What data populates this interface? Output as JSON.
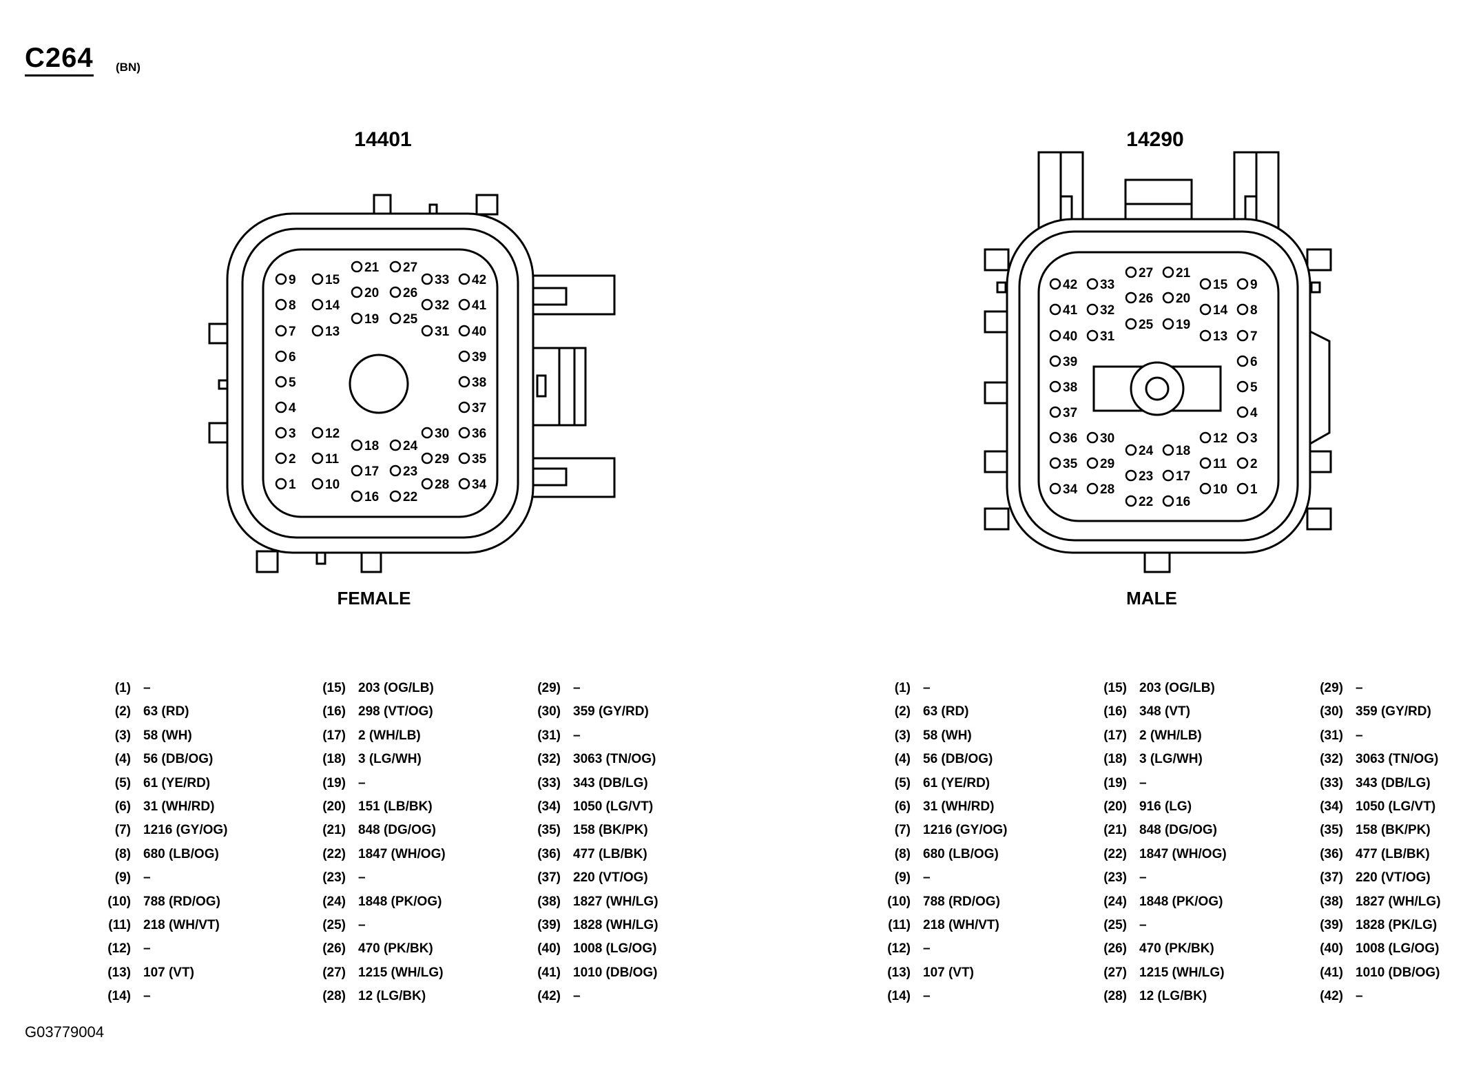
{
  "title": "C264",
  "title_suffix": "(BN)",
  "figure_id": "G03779004",
  "connectors": [
    {
      "part_number": "14401",
      "gender": "FEMALE",
      "pins": [
        {
          "pin": "(1)",
          "wire": "–"
        },
        {
          "pin": "(2)",
          "wire": "63 (RD)"
        },
        {
          "pin": "(3)",
          "wire": "58 (WH)"
        },
        {
          "pin": "(4)",
          "wire": "56 (DB/OG)"
        },
        {
          "pin": "(5)",
          "wire": "61 (YE/RD)"
        },
        {
          "pin": "(6)",
          "wire": "31 (WH/RD)"
        },
        {
          "pin": "(7)",
          "wire": "1216 (GY/OG)"
        },
        {
          "pin": "(8)",
          "wire": "680 (LB/OG)"
        },
        {
          "pin": "(9)",
          "wire": "–"
        },
        {
          "pin": "(10)",
          "wire": "788 (RD/OG)"
        },
        {
          "pin": "(11)",
          "wire": "218 (WH/VT)"
        },
        {
          "pin": "(12)",
          "wire": "–"
        },
        {
          "pin": "(13)",
          "wire": "107 (VT)"
        },
        {
          "pin": "(14)",
          "wire": "–"
        },
        {
          "pin": "(15)",
          "wire": "203 (OG/LB)"
        },
        {
          "pin": "(16)",
          "wire": "298 (VT/OG)"
        },
        {
          "pin": "(17)",
          "wire": "2 (WH/LB)"
        },
        {
          "pin": "(18)",
          "wire": "3 (LG/WH)"
        },
        {
          "pin": "(19)",
          "wire": "–"
        },
        {
          "pin": "(20)",
          "wire": "151 (LB/BK)"
        },
        {
          "pin": "(21)",
          "wire": "848 (DG/OG)"
        },
        {
          "pin": "(22)",
          "wire": "1847 (WH/OG)"
        },
        {
          "pin": "(23)",
          "wire": "–"
        },
        {
          "pin": "(24)",
          "wire": "1848 (PK/OG)"
        },
        {
          "pin": "(25)",
          "wire": "–"
        },
        {
          "pin": "(26)",
          "wire": "470 (PK/BK)"
        },
        {
          "pin": "(27)",
          "wire": "1215 (WH/LG)"
        },
        {
          "pin": "(28)",
          "wire": "12 (LG/BK)"
        },
        {
          "pin": "(29)",
          "wire": "–"
        },
        {
          "pin": "(30)",
          "wire": "359 (GY/RD)"
        },
        {
          "pin": "(31)",
          "wire": "–"
        },
        {
          "pin": "(32)",
          "wire": "3063 (TN/OG)"
        },
        {
          "pin": "(33)",
          "wire": "343 (DB/LG)"
        },
        {
          "pin": "(34)",
          "wire": "1050 (LG/VT)"
        },
        {
          "pin": "(35)",
          "wire": "158 (BK/PK)"
        },
        {
          "pin": "(36)",
          "wire": "477 (LB/BK)"
        },
        {
          "pin": "(37)",
          "wire": "220 (VT/OG)"
        },
        {
          "pin": "(38)",
          "wire": "1827 (WH/LG)"
        },
        {
          "pin": "(39)",
          "wire": "1828 (WH/LG)"
        },
        {
          "pin": "(40)",
          "wire": "1008 (LG/OG)"
        },
        {
          "pin": "(41)",
          "wire": "1010 (DB/OG)"
        },
        {
          "pin": "(42)",
          "wire": "–"
        }
      ]
    },
    {
      "part_number": "14290",
      "gender": "MALE",
      "pins": [
        {
          "pin": "(1)",
          "wire": "–"
        },
        {
          "pin": "(2)",
          "wire": "63 (RD)"
        },
        {
          "pin": "(3)",
          "wire": "58 (WH)"
        },
        {
          "pin": "(4)",
          "wire": "56 (DB/OG)"
        },
        {
          "pin": "(5)",
          "wire": "61 (YE/RD)"
        },
        {
          "pin": "(6)",
          "wire": "31 (WH/RD)"
        },
        {
          "pin": "(7)",
          "wire": "1216 (GY/OG)"
        },
        {
          "pin": "(8)",
          "wire": "680 (LB/OG)"
        },
        {
          "pin": "(9)",
          "wire": "–"
        },
        {
          "pin": "(10)",
          "wire": "788 (RD/OG)"
        },
        {
          "pin": "(11)",
          "wire": "218 (WH/VT)"
        },
        {
          "pin": "(12)",
          "wire": "–"
        },
        {
          "pin": "(13)",
          "wire": "107 (VT)"
        },
        {
          "pin": "(14)",
          "wire": "–"
        },
        {
          "pin": "(15)",
          "wire": "203 (OG/LB)"
        },
        {
          "pin": "(16)",
          "wire": "348 (VT)"
        },
        {
          "pin": "(17)",
          "wire": "2 (WH/LB)"
        },
        {
          "pin": "(18)",
          "wire": "3 (LG/WH)"
        },
        {
          "pin": "(19)",
          "wire": "–"
        },
        {
          "pin": "(20)",
          "wire": "916 (LG)"
        },
        {
          "pin": "(21)",
          "wire": "848 (DG/OG)"
        },
        {
          "pin": "(22)",
          "wire": "1847 (WH/OG)"
        },
        {
          "pin": "(23)",
          "wire": "–"
        },
        {
          "pin": "(24)",
          "wire": "1848 (PK/OG)"
        },
        {
          "pin": "(25)",
          "wire": "–"
        },
        {
          "pin": "(26)",
          "wire": "470 (PK/BK)"
        },
        {
          "pin": "(27)",
          "wire": "1215 (WH/LG)"
        },
        {
          "pin": "(28)",
          "wire": "12 (LG/BK)"
        },
        {
          "pin": "(29)",
          "wire": "–"
        },
        {
          "pin": "(30)",
          "wire": "359 (GY/RD)"
        },
        {
          "pin": "(31)",
          "wire": "–"
        },
        {
          "pin": "(32)",
          "wire": "3063 (TN/OG)"
        },
        {
          "pin": "(33)",
          "wire": "343 (DB/LG)"
        },
        {
          "pin": "(34)",
          "wire": "1050 (LG/VT)"
        },
        {
          "pin": "(35)",
          "wire": "158 (BK/PK)"
        },
        {
          "pin": "(36)",
          "wire": "477 (LB/BK)"
        },
        {
          "pin": "(37)",
          "wire": "220 (VT/OG)"
        },
        {
          "pin": "(38)",
          "wire": "1827 (WH/LG)"
        },
        {
          "pin": "(39)",
          "wire": "1828 (PK/LG)"
        },
        {
          "pin": "(40)",
          "wire": "1008 (LG/OG)"
        },
        {
          "pin": "(41)",
          "wire": "1010 (DB/OG)"
        },
        {
          "pin": "(42)",
          "wire": "–"
        }
      ]
    }
  ]
}
